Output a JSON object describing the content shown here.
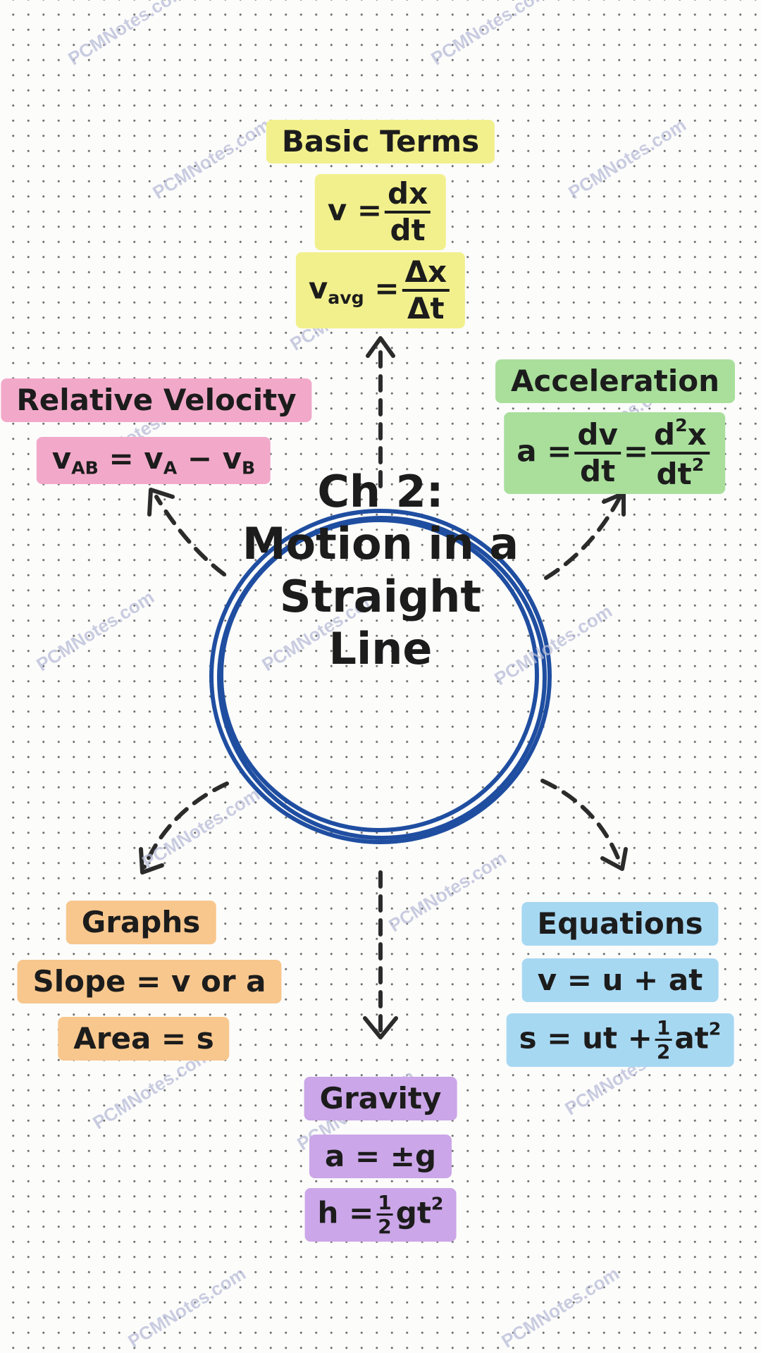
{
  "center": {
    "lines": [
      "Ch 2:",
      "Motion in a",
      "Straight",
      "Line"
    ]
  },
  "basic_terms": {
    "title": "Basic Terms",
    "v_lhs": "v =",
    "v_num": "dx",
    "v_den": "dt",
    "vavg_lhs": "v",
    "vavg_sub": "avg",
    "vavg_eq": "=",
    "vavg_num": "Δx",
    "vavg_den": "Δt"
  },
  "relative_velocity": {
    "title": "Relative Velocity",
    "v1": "v",
    "s1": "AB",
    "eq": "= v",
    "s2": "A",
    "minus": "− v",
    "s3": "B"
  },
  "acceleration": {
    "title": "Acceleration",
    "lhs": "a =",
    "f1_num": "dv",
    "f1_den": "dt",
    "eq": "=",
    "f2_num_base": "d",
    "f2_num_exp": "2",
    "f2_num_var": "x",
    "f2_den_base": "dt",
    "f2_den_exp": "2"
  },
  "graphs": {
    "title": "Graphs",
    "line1": "Slope = v or a",
    "line2": "Area = s"
  },
  "equations": {
    "title": "Equations",
    "line1": "v = u + at",
    "line2_lhs": "s = ut +",
    "frac_num": "1",
    "frac_den": "2",
    "line2_rhs": "at",
    "line2_exp": "2"
  },
  "gravity": {
    "title": "Gravity",
    "line1": "a = ±g",
    "line2_lhs": "h =",
    "frac_num": "1",
    "frac_den": "2",
    "line2_rhs": "gt",
    "line2_exp": "2"
  },
  "watermark": "PCMNotes.com",
  "colors": {
    "circle": "#1f4ea1",
    "yellow": "#f2f08c",
    "pink": "#f2a9c9",
    "green": "#a9df9b",
    "orange": "#f8c78d",
    "blue": "#a7d8f2",
    "purple": "#cba6e8"
  }
}
